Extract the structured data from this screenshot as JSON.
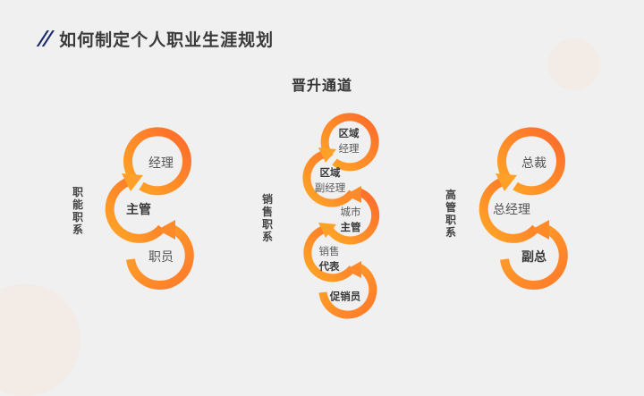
{
  "header": {
    "slashes": "//",
    "title": "如何制定个人职业生涯规划"
  },
  "subtitle": "晋升通道",
  "colors": {
    "accent_navy": "#1b2a6b",
    "gradient_start": "#ffa726",
    "gradient_end": "#ff6a2b",
    "background": "#f0f0f0",
    "deco_circle": "#f3ebe6"
  },
  "tracks": [
    {
      "label": "职能职系",
      "nodes": [
        {
          "line1": "经理",
          "line2": ""
        },
        {
          "line1": "主管",
          "line2": ""
        },
        {
          "line1": "职员",
          "line2": ""
        }
      ]
    },
    {
      "label": "销售职系",
      "nodes": [
        {
          "line1": "区域",
          "line2": "经理"
        },
        {
          "line1": "区域",
          "line2": "副经理"
        },
        {
          "line1": "城市",
          "line2": "主管"
        },
        {
          "line1": "销售",
          "line2": "代表"
        },
        {
          "line1": "促销员",
          "line2": ""
        }
      ]
    },
    {
      "label": "高管职系",
      "nodes": [
        {
          "line1": "总裁",
          "line2": ""
        },
        {
          "line1": "总经理",
          "line2": ""
        },
        {
          "line1": "副总",
          "line2": ""
        }
      ]
    }
  ]
}
